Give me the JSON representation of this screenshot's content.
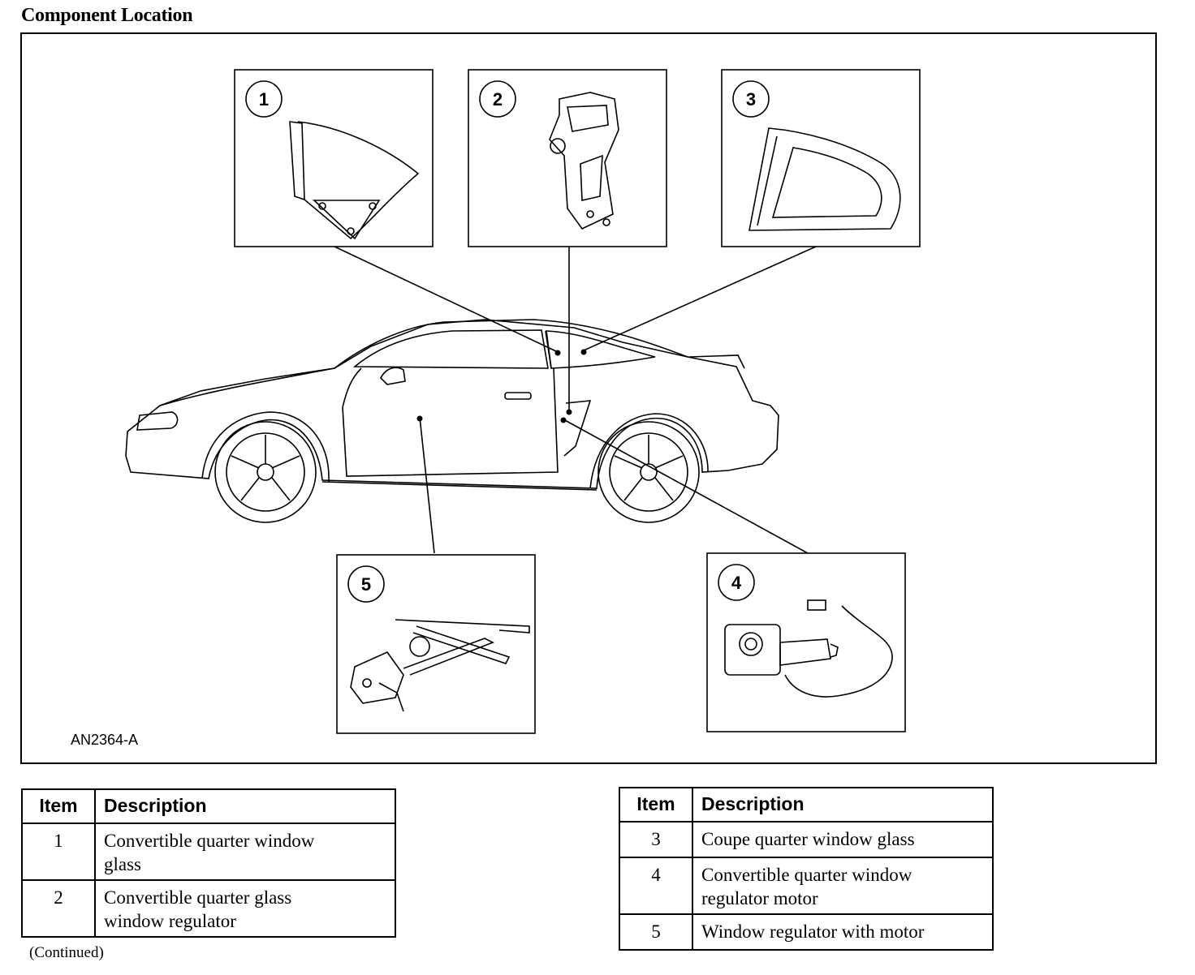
{
  "title": "Component Location",
  "figure": {
    "code": "AN2364-A",
    "callouts": [
      "1",
      "2",
      "3",
      "4",
      "5"
    ]
  },
  "tables": {
    "headers": {
      "item": "Item",
      "description": "Description"
    },
    "left": [
      {
        "item": "1",
        "line1": "Convertible quarter window",
        "line2": "glass"
      },
      {
        "item": "2",
        "line1": "Convertible quarter glass",
        "line2": "window regulator"
      }
    ],
    "right": [
      {
        "item": "3",
        "line1": "Coupe quarter window glass",
        "line2": ""
      },
      {
        "item": "4",
        "line1": "Convertible quarter window",
        "line2": "regulator motor"
      },
      {
        "item": "5",
        "line1": "Window regulator with motor",
        "line2": ""
      }
    ]
  },
  "footer": "(Continued)"
}
